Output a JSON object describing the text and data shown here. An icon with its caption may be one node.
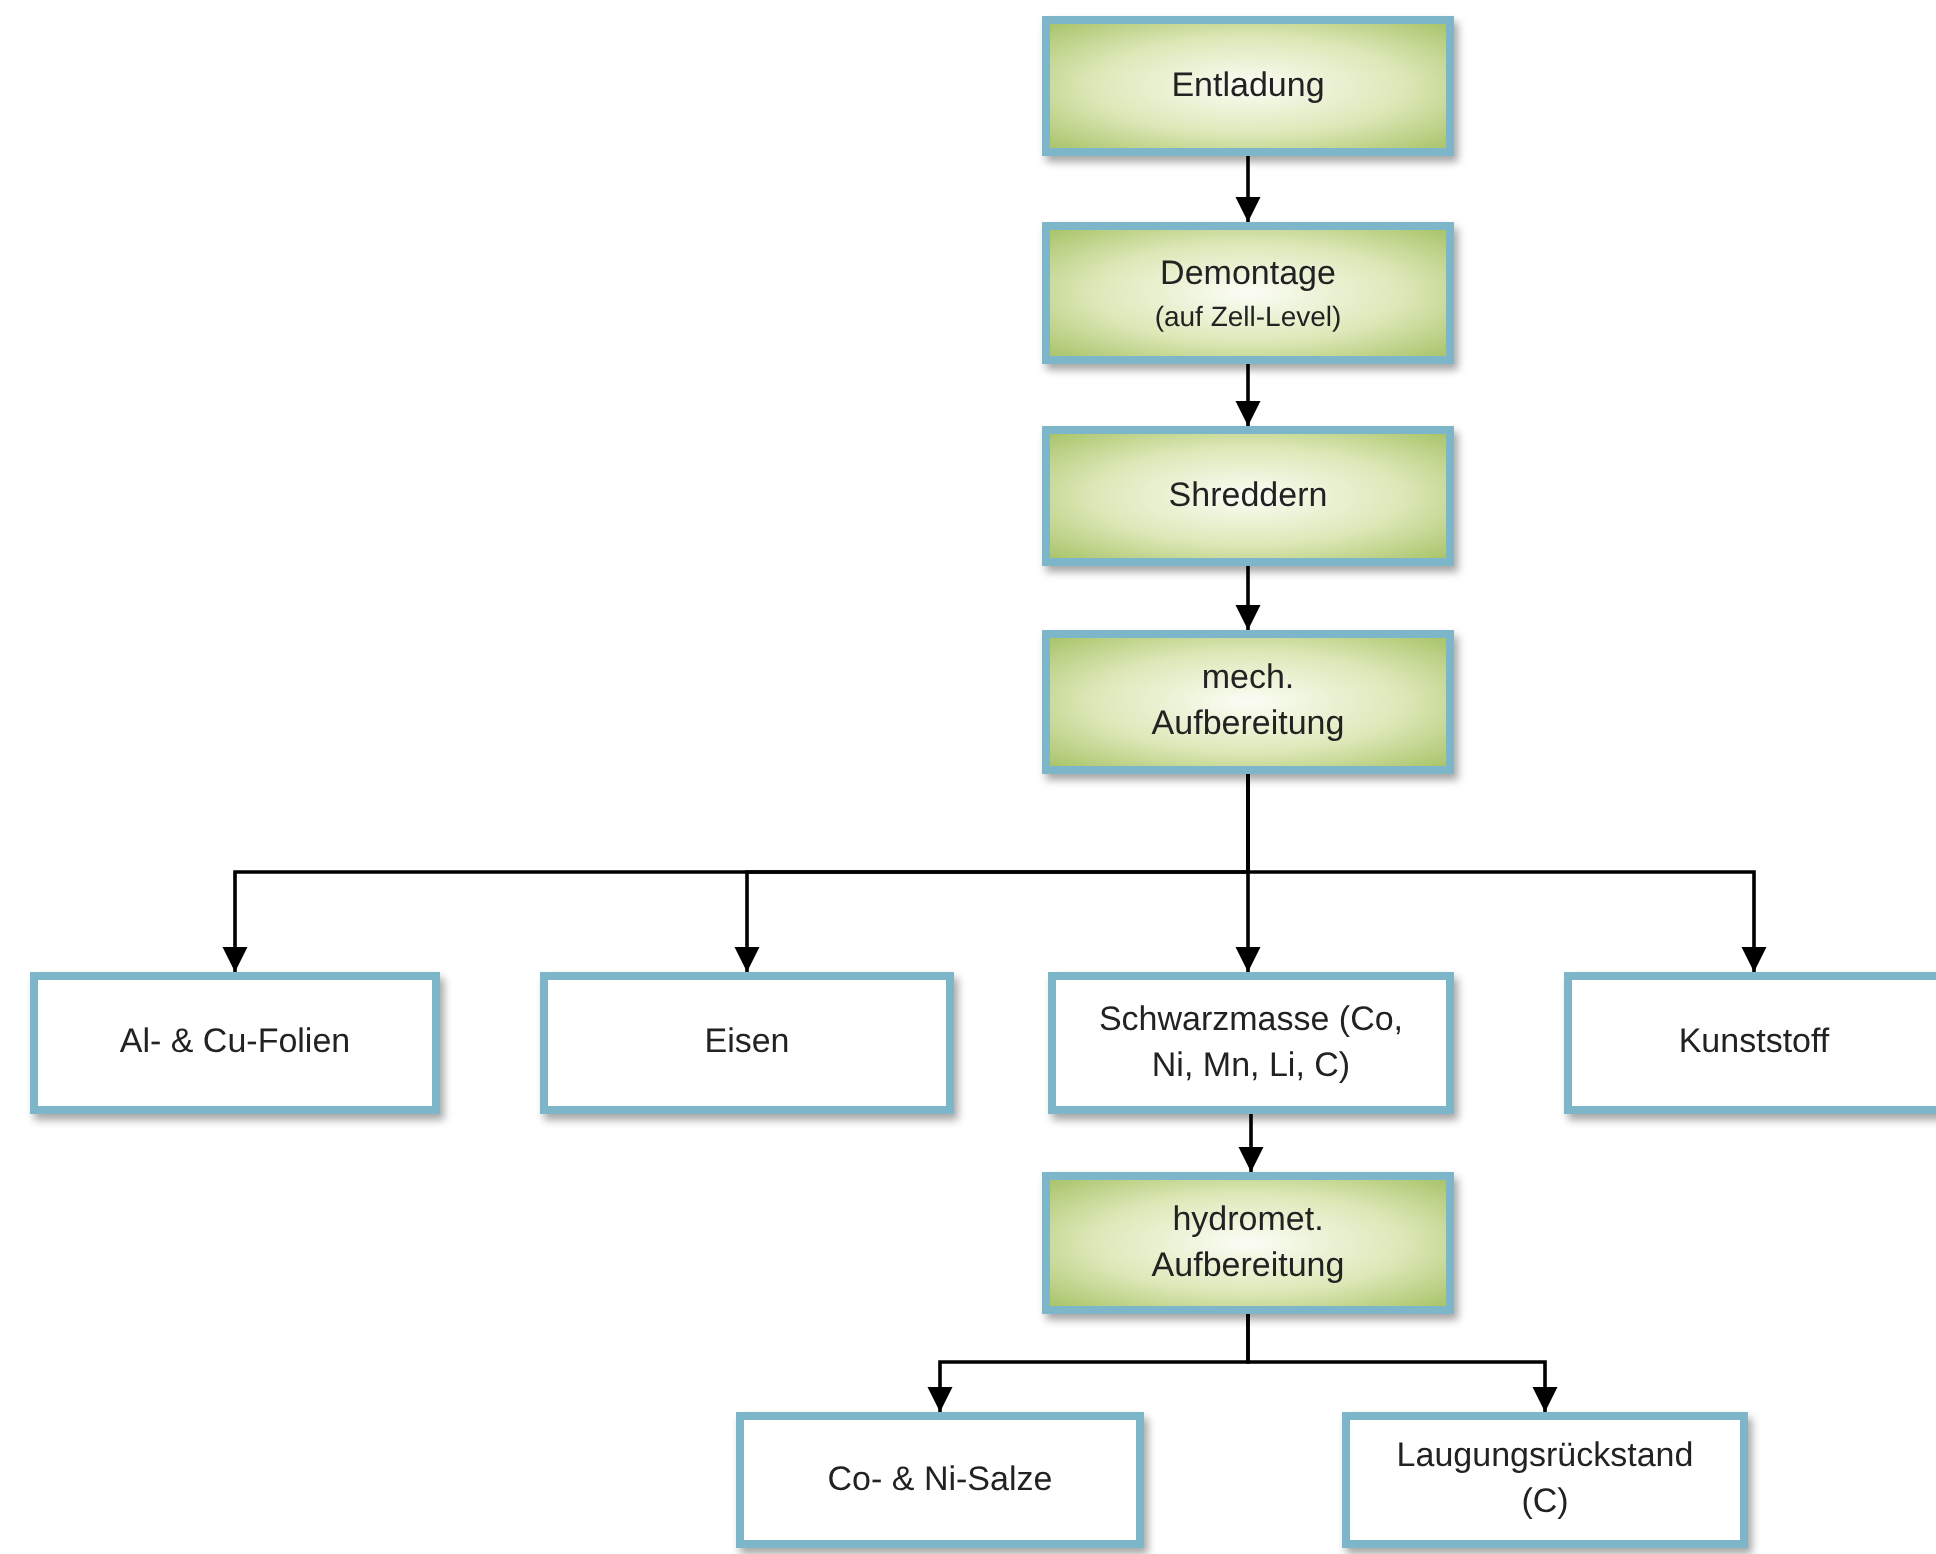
{
  "diagram": {
    "nodes": [
      {
        "text": [
          "Entladung"
        ]
      },
      {
        "text": [
          "Demontage",
          "(auf Zell-Level)"
        ]
      },
      {
        "text": [
          "Shreddern"
        ]
      },
      {
        "text": [
          "mech. Aufbereitung"
        ]
      },
      {
        "text": [
          "Al- & Cu-Folien"
        ]
      },
      {
        "text": [
          "Eisen"
        ]
      },
      {
        "text": [
          "Schwarzmasse (Co, Ni, Mn, Li, C)"
        ]
      },
      {
        "text": [
          "Kunststoff"
        ]
      },
      {
        "text": [
          "hydromet. Aufbereitung"
        ]
      },
      {
        "text": [
          "Co- & Ni-Salze"
        ]
      },
      {
        "text": [
          "Laugungsrückstand (C)"
        ]
      }
    ],
    "edges": [
      {
        "from": 0,
        "to": 1,
        "arrow": "to"
      },
      {
        "from": 1,
        "to": 2,
        "arrow": "to"
      },
      {
        "from": 2,
        "to": 3,
        "arrow": "to"
      },
      {
        "from": 3,
        "to": 4,
        "arrow": "to"
      },
      {
        "from": 3,
        "to": 5,
        "arrow": "to"
      },
      {
        "from": 3,
        "to": 6,
        "arrow": "to"
      },
      {
        "from": 3,
        "to": 7,
        "arrow": "to"
      },
      {
        "from": 6,
        "to": 8,
        "arrow": "to"
      },
      {
        "from": 8,
        "to": 9,
        "arrow": "to"
      },
      {
        "from": 8,
        "to": 10,
        "arrow": "to"
      }
    ]
  }
}
